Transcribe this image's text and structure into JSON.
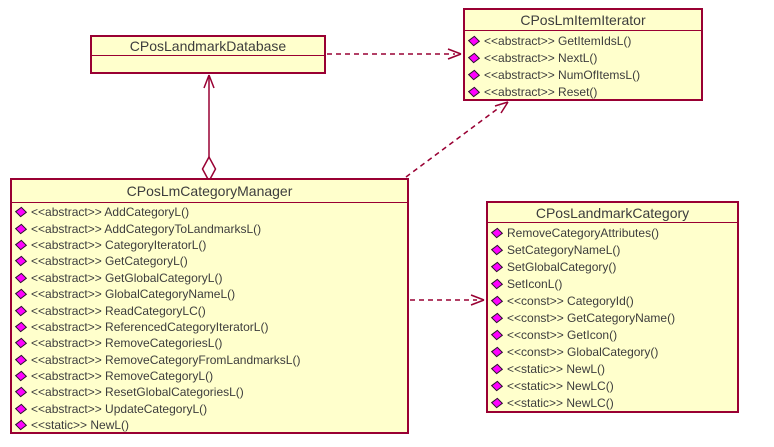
{
  "diagram": {
    "type": "uml-class-diagram",
    "colors": {
      "box_fill": "#FFFFCC",
      "box_border": "#990033",
      "connector": "#990033",
      "operation_icon": "#FF00FF",
      "text": "#3d3d3d",
      "background": "#FFFFFF"
    },
    "classes": [
      {
        "id": "database",
        "title": "CPosLandmarkDatabase",
        "methods": []
      },
      {
        "id": "item-iterator",
        "title": "CPosLmItemIterator",
        "methods": [
          "<<abstract>> GetItemIdsL()",
          "<<abstract>> NextL()",
          "<<abstract>> NumOfItemsL()",
          "<<abstract>> Reset()"
        ]
      },
      {
        "id": "category-manager",
        "title": "CPosLmCategoryManager",
        "methods": [
          "<<abstract>> AddCategoryL()",
          "<<abstract>> AddCategoryToLandmarksL()",
          "<<abstract>> CategoryIteratorL()",
          "<<abstract>> GetCategoryL()",
          "<<abstract>> GetGlobalCategoryL()",
          "<<abstract>> GlobalCategoryNameL()",
          "<<abstract>> ReadCategoryLC()",
          "<<abstract>> ReferencedCategoryIteratorL()",
          "<<abstract>> RemoveCategoriesL()",
          "<<abstract>> RemoveCategoryFromLandmarksL()",
          "<<abstract>> RemoveCategoryL()",
          "<<abstract>> ResetGlobalCategoriesL()",
          "<<abstract>> UpdateCategoryL()",
          "<<static>> NewL()"
        ]
      },
      {
        "id": "landmark-category",
        "title": "CPosLandmarkCategory",
        "methods": [
          "RemoveCategoryAttributes()",
          "SetCategoryNameL()",
          "SetGlobalCategory()",
          "SetIconL()",
          "<<const>> CategoryId()",
          "<<const>> GetCategoryName()",
          "<<const>> GetIcon()",
          "<<const>> GlobalCategory()",
          "<<static>> NewL()",
          "<<static>> NewLC()",
          "<<static>> NewLC()"
        ]
      }
    ],
    "relations": [
      {
        "from": "CPosLandmarkDatabase",
        "to": "CPosLmItemIterator",
        "type": "dependency",
        "line": "dashed",
        "arrowhead": "open"
      },
      {
        "from": "CPosLmCategoryManager",
        "to": "CPosLandmarkDatabase",
        "type": "aggregation",
        "line": "solid",
        "arrowhead": "open",
        "diamond": "hollow"
      },
      {
        "from": "CPosLmCategoryManager",
        "to": "CPosLmItemIterator",
        "type": "dependency",
        "line": "dashed",
        "arrowhead": "open"
      },
      {
        "from": "CPosLmCategoryManager",
        "to": "CPosLandmarkCategory",
        "type": "dependency",
        "line": "dashed",
        "arrowhead": "open"
      }
    ]
  }
}
